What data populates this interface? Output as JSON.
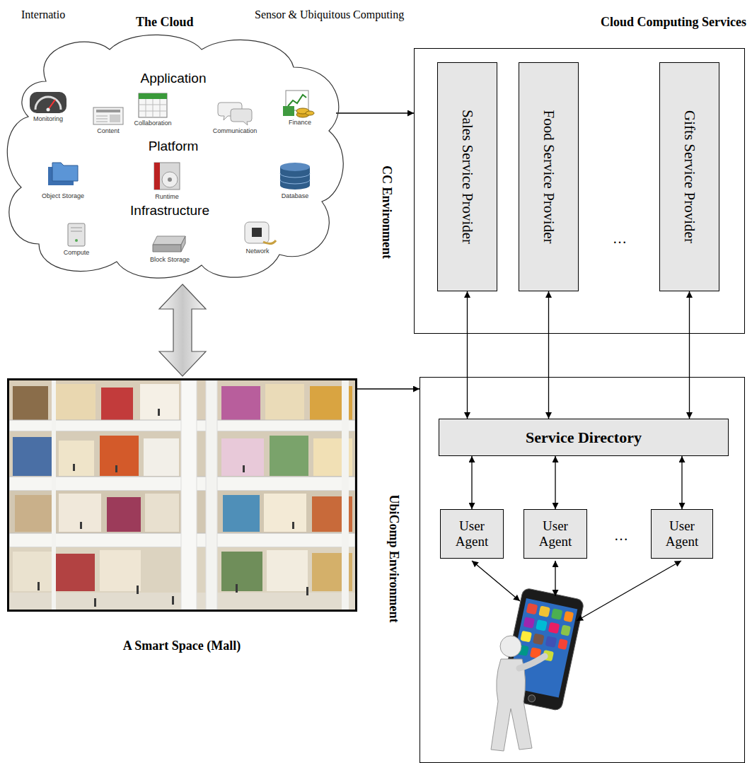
{
  "diagram": {
    "nodes": [
      {
        "text": [
          "The Cloud",
          "Application",
          "Platform",
          "Infrastructure"
        ]
      },
      {
        "text": [
          "Cloud Computing Services",
          "CC Environment"
        ]
      },
      {
        "text": [
          "Sales Service Provider"
        ],
        "in": 1
      },
      {
        "text": [
          "Food Service Provider"
        ],
        "in": 1
      },
      {
        "text": [
          "Gifts Service Provider"
        ],
        "in": 1
      },
      {
        "text": [
          "A Smart Space (Mall)"
        ]
      },
      {
        "text": [
          "UbiComp Environment"
        ]
      },
      {
        "text": [
          "Service Directory"
        ],
        "in": 6
      },
      {
        "text": [
          "User Agent"
        ],
        "in": 6
      },
      {
        "text": [
          "User Agent"
        ],
        "in": 6
      },
      {
        "text": [
          "User Agent"
        ],
        "in": 6
      }
    ],
    "edges": [
      {
        "from": 0,
        "to": 1,
        "arrow": "to"
      },
      {
        "from": 0,
        "to": 5,
        "arrow": "both"
      },
      {
        "from": 5,
        "to": 6,
        "arrow": "to"
      },
      {
        "from": 2,
        "to": 7,
        "arrow": "both"
      },
      {
        "from": 3,
        "to": 7,
        "arrow": "both"
      },
      {
        "from": 4,
        "to": 7,
        "arrow": "both"
      },
      {
        "from": 7,
        "to": 8,
        "arrow": "both"
      },
      {
        "from": 7,
        "to": 9,
        "arrow": "both"
      },
      {
        "from": 7,
        "to": 10,
        "arrow": "both"
      }
    ],
    "labels": [
      "Internatio",
      "Sensor & Ubiquitous Computing",
      "Monitoring",
      "Content",
      "Collaboration",
      "Communication",
      "Finance",
      "Object Storage",
      "Runtime",
      "Database",
      "Compute",
      "Block Storage",
      "Network",
      "…",
      "…"
    ]
  }
}
